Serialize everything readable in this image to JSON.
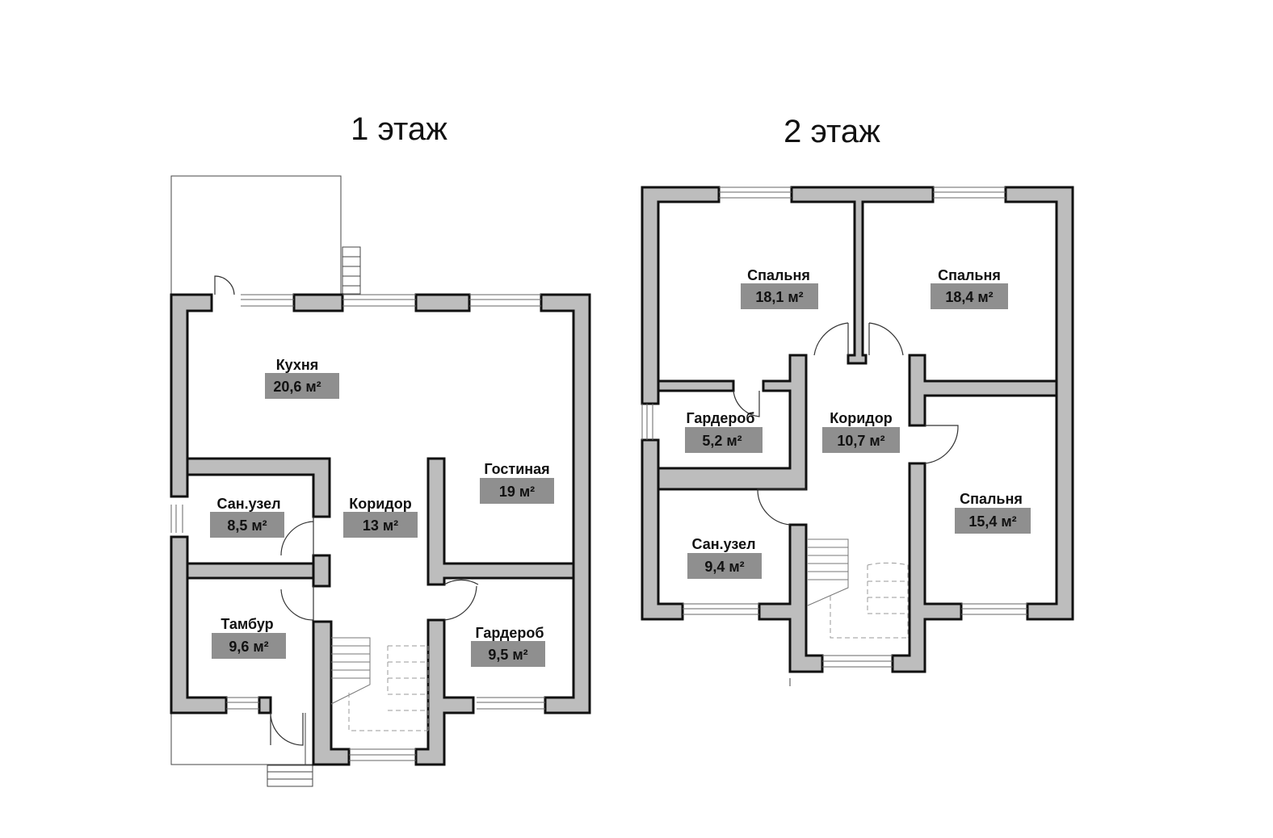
{
  "floors": [
    {
      "title": "1 этаж",
      "rooms": [
        {
          "name": "Кухня",
          "area": "20,6 м²"
        },
        {
          "name": "Гостиная",
          "area": "19 м²"
        },
        {
          "name": "Сан.узел",
          "area": "8,5 м²"
        },
        {
          "name": "Коридор",
          "area": "13 м²"
        },
        {
          "name": "Тамбур",
          "area": "9,6 м²"
        },
        {
          "name": "Гардероб",
          "area": "9,5 м²"
        }
      ]
    },
    {
      "title": "2 этаж",
      "rooms": [
        {
          "name": "Спальня",
          "area": "18,1 м²"
        },
        {
          "name": "Спальня",
          "area": "18,4 м²"
        },
        {
          "name": "Гардероб",
          "area": "5,2 м²"
        },
        {
          "name": "Коридор",
          "area": "10,7 м²"
        },
        {
          "name": "Сан.узел",
          "area": "9,4 м²"
        },
        {
          "name": "Спальня",
          "area": "15,4 м²"
        }
      ]
    }
  ],
  "colors": {
    "wall_fill": "#bdbdbd",
    "wall_stroke": "#111111",
    "area_box": "#8f8f8f",
    "background": "#ffffff"
  }
}
